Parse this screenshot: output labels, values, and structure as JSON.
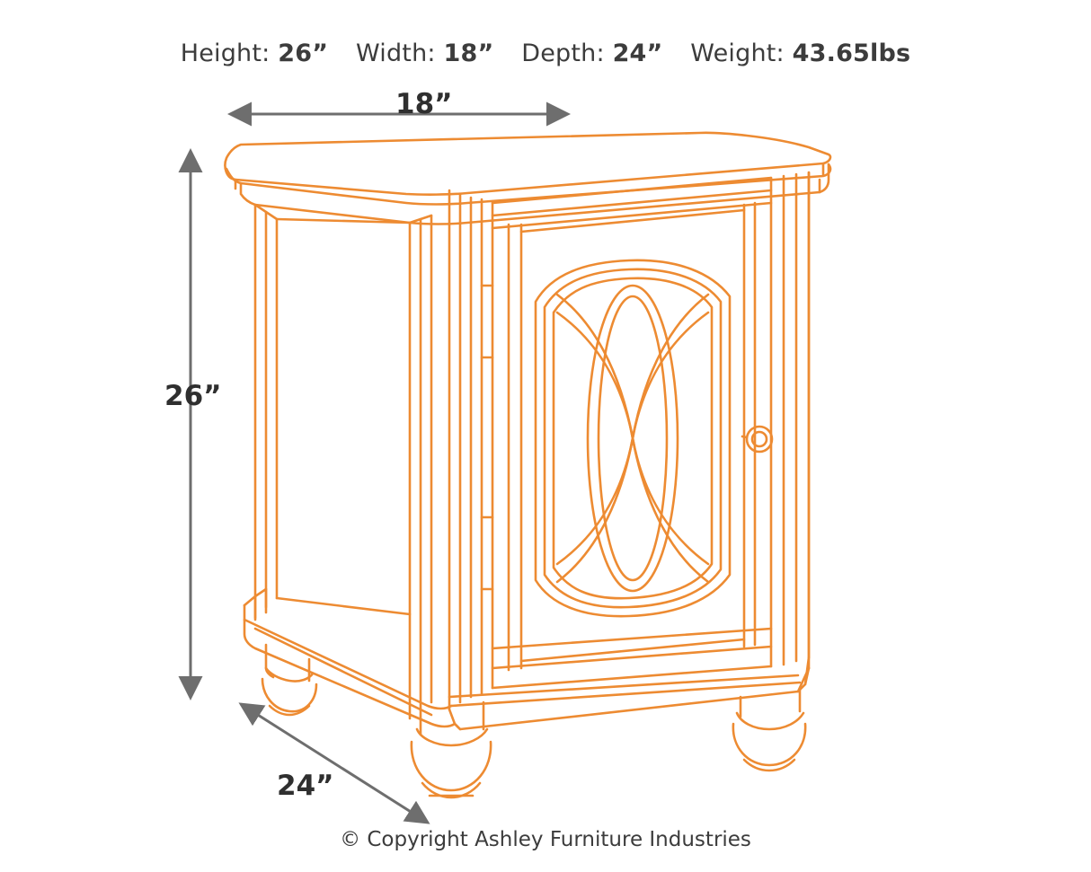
{
  "specs": [
    {
      "label": "Height:",
      "value": "26”"
    },
    {
      "label": "Width:",
      "value": "18”"
    },
    {
      "label": "Depth:",
      "value": "24”"
    },
    {
      "label": "Weight:",
      "value": "43.65lbs"
    }
  ],
  "dimensions": {
    "width_label": "18”",
    "height_label": "26”",
    "depth_label": "24”"
  },
  "footer": {
    "copyright": "© Copyright Ashley Furniture Industries"
  },
  "colors": {
    "line": "#ED8B32",
    "arrow": "#6E6E6E",
    "text": "#3c3c3c"
  },
  "diagram": {
    "type": "furniture-line-drawing",
    "subject": "end table with cabinet door and turned bun feet"
  }
}
